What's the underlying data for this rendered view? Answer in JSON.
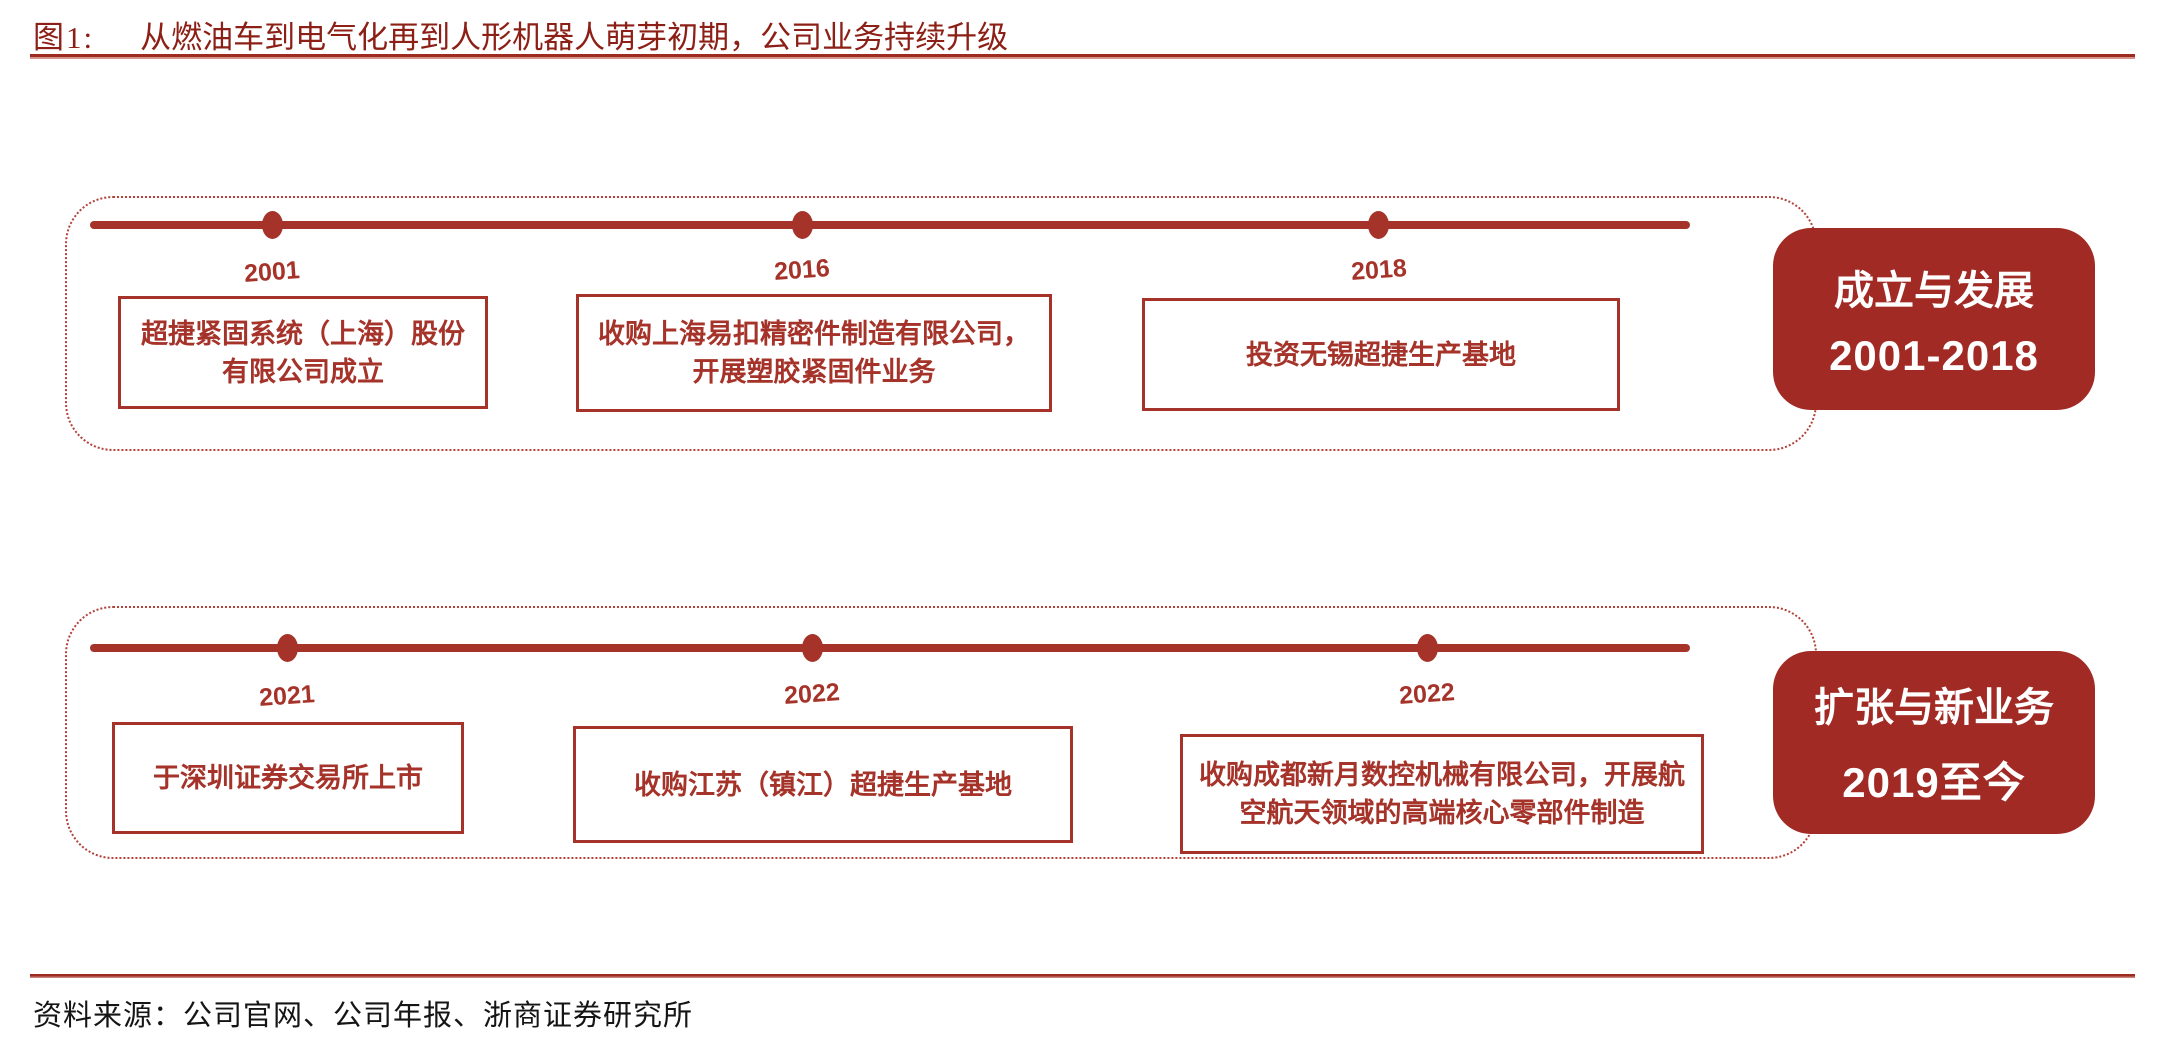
{
  "figure": {
    "label": "图1:",
    "title": "从燃油车到电气化再到人形机器人萌芽初期，公司业务持续升级"
  },
  "timeline_top": {
    "stage": {
      "title": "成立与发展",
      "period": "2001-2018"
    },
    "events": [
      {
        "year": "2001",
        "text": "超捷紧固系统（上海）股份\n有限公司成立"
      },
      {
        "year": "2016",
        "text": "收购上海易扣精密件制造有限公司，\n开展塑胶紧固件业务"
      },
      {
        "year": "2018",
        "text": "投资无锡超捷生产基地"
      }
    ]
  },
  "timeline_bottom": {
    "stage": {
      "title": "扩张与新业务",
      "period": "2019至今"
    },
    "events": [
      {
        "year": "2021",
        "text": "于深圳证券交易所上市"
      },
      {
        "year": "2022",
        "text": "收购江苏（镇江）超捷生产基地"
      },
      {
        "year": "2022",
        "text": "收购成都新月数控机械有限公司，开展航\n空航天领域的高端核心零部件制造"
      }
    ]
  },
  "source": {
    "text": "资料来源：公司官网、公司年报、浙商证券研究所"
  },
  "colors": {
    "brand_red": "#A5332A",
    "badge_red": "#A12A24",
    "title_red": "#8C2017",
    "dotted_border_red": "#B2423A",
    "source_text_black": "#151515",
    "background": "#FFFFFF"
  }
}
